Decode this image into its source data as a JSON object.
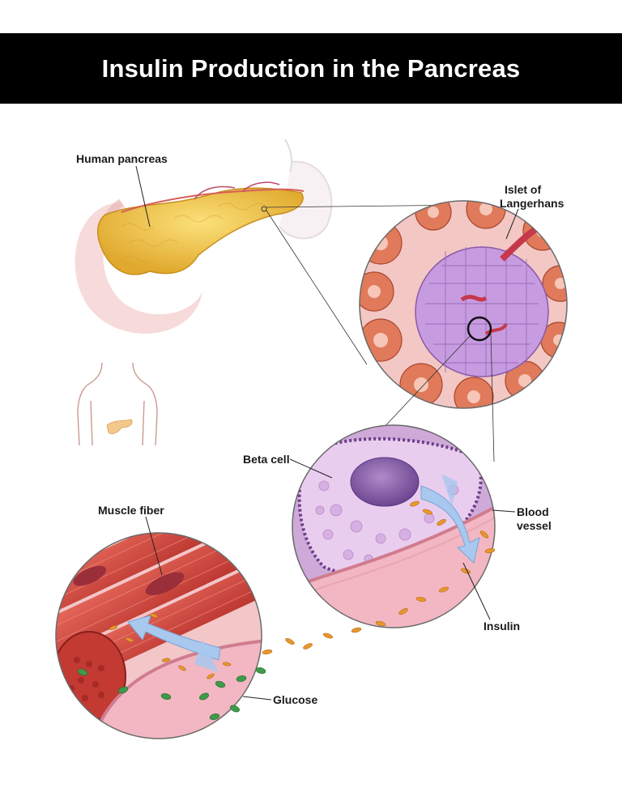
{
  "title": "Insulin Production in the Pancreas",
  "labels": {
    "human_pancreas": "Human pancreas",
    "islet_line1": "Islet of",
    "islet_line2": "Langerhans",
    "beta_cell": "Beta cell",
    "muscle_fiber": "Muscle fiber",
    "blood_line1": "Blood",
    "blood_line2": "vessel",
    "insulin": "Insulin",
    "glucose": "Glucose"
  },
  "colors": {
    "title_bg": "#000000",
    "title_text": "#ffffff",
    "pancreas": "#f0c54a",
    "islet_cells": "#c79be0",
    "acinar": "#e07a5a",
    "beta_cytoplasm": "#e3c6ea",
    "membrane": "#6b3f8a",
    "blood": "#f2b7c2",
    "muscle": "#d4453b",
    "insulin_granule": "#e8962e",
    "glucose": "#3f9a4a",
    "arrow": "#a8c8ee"
  }
}
